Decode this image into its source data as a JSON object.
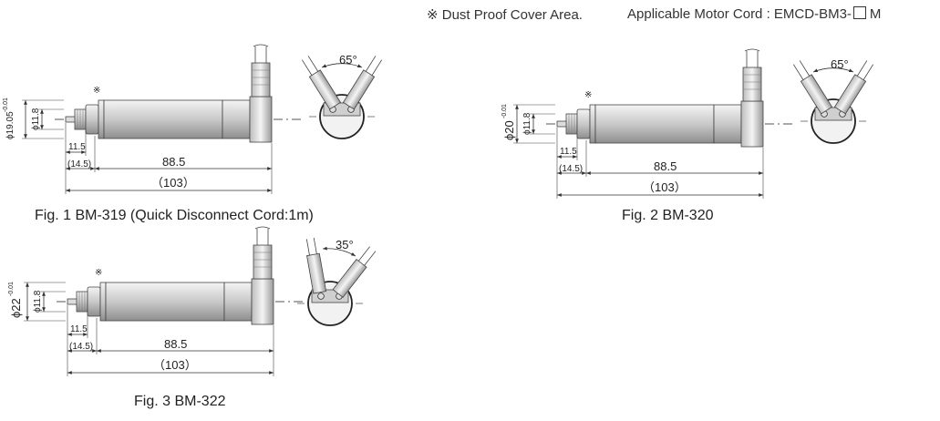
{
  "header": {
    "dust_note": "※ Dust Proof Cover Area.",
    "motor_cord": "Applicable Motor Cord : EMCD-BM3-",
    "motor_cord_suffix": "M"
  },
  "figures": [
    {
      "caption": "Fig. 1    BM-319 (Quick Disconnect Cord:1m)",
      "outer_dia": "ϕ19.05",
      "outer_tol": "-0.01",
      "inner_dia": "ϕ11.8",
      "dust_mark": "※",
      "dim_11_5": "11.5",
      "dim_14_5": "(14.5)",
      "dim_88_5": "88.5",
      "dim_103": "（103）",
      "angle": "65°"
    },
    {
      "caption": "Fig. 2    BM-320",
      "outer_dia": "ϕ20",
      "outer_tol": "-0.01",
      "inner_dia": "ϕ11.8",
      "dust_mark": "※",
      "dim_11_5": "11.5",
      "dim_14_5": "(14.5)",
      "dim_88_5": "88.5",
      "dim_103": "（103）",
      "angle": "65°"
    },
    {
      "caption": "Fig. 3    BM-322",
      "outer_dia": "ϕ22",
      "outer_tol": "-0.01",
      "inner_dia": "ϕ11.8",
      "dust_mark": "※",
      "dim_11_5": "11.5",
      "dim_14_5": "(14.5)",
      "dim_88_5": "88.5",
      "dim_103": "（103）",
      "angle": "35°"
    }
  ]
}
